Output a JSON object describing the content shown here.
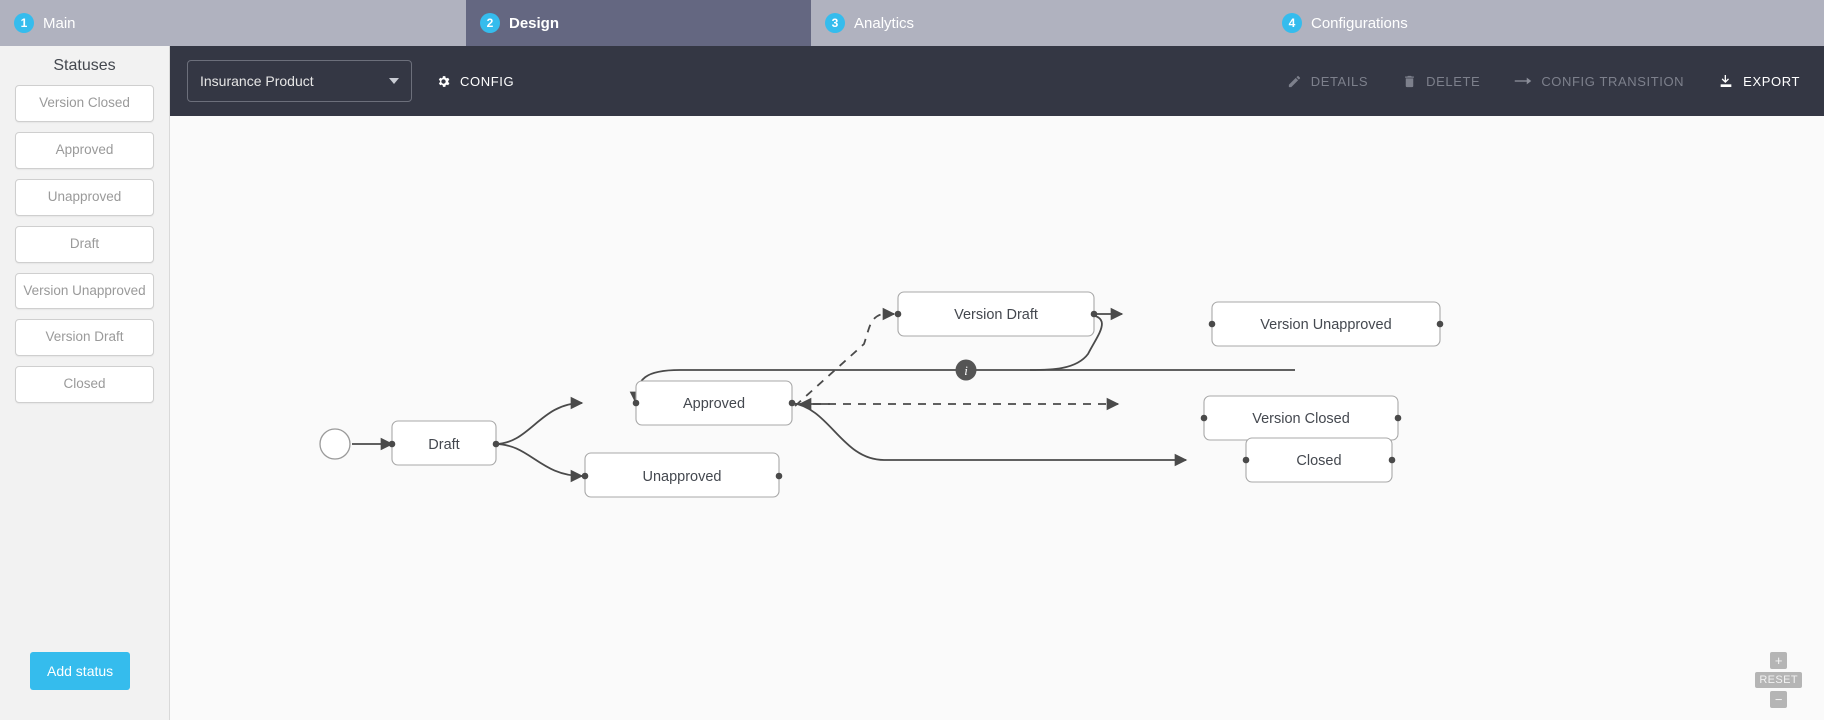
{
  "tabs": [
    {
      "num": "1",
      "label": "Main",
      "active": false
    },
    {
      "num": "2",
      "label": "Design",
      "active": true
    },
    {
      "num": "3",
      "label": "Analytics",
      "active": false
    },
    {
      "num": "4",
      "label": "Configurations",
      "active": false
    }
  ],
  "sidebar": {
    "title": "Statuses",
    "statuses": [
      "Version Closed",
      "Approved",
      "Unapproved",
      "Draft",
      "Version Unapproved",
      "Version Draft",
      "Closed"
    ],
    "add_button": "Add status"
  },
  "toolbar": {
    "product_select": {
      "value": "Insurance Product",
      "icon": "chevron-down-icon"
    },
    "config": {
      "label": "CONFIG",
      "icon": "gear-icon",
      "enabled": true
    },
    "details": {
      "label": "DETAILS",
      "icon": "pencil-icon",
      "enabled": false
    },
    "delete": {
      "label": "DELETE",
      "icon": "trash-icon",
      "enabled": false
    },
    "config_transition": {
      "label": "CONFIG TRANSITION",
      "icon": "arrow-right-icon",
      "enabled": false
    },
    "export": {
      "label": "EXPORT",
      "icon": "download-icon",
      "enabled": true
    }
  },
  "diagram": {
    "start_node": {
      "type": "start-circle"
    },
    "info_badge": {
      "label": "i"
    },
    "nodes": [
      {
        "id": "draft",
        "label": "Draft"
      },
      {
        "id": "unapproved",
        "label": "Unapproved"
      },
      {
        "id": "approved",
        "label": "Approved"
      },
      {
        "id": "version-draft",
        "label": "Version Draft"
      },
      {
        "id": "version-unapproved",
        "label": "Version Unapproved"
      },
      {
        "id": "version-closed",
        "label": "Version Closed"
      },
      {
        "id": "closed",
        "label": "Closed"
      }
    ]
  },
  "zoom_controls": {
    "zoom_in": "+",
    "reset": "RESET",
    "zoom_out": "−"
  },
  "colors": {
    "accent": "#35bced",
    "tab_inactive": "#b0b2bf",
    "tab_active": "#646781",
    "toolbar": "#343744",
    "canvas": "#fafafa"
  }
}
